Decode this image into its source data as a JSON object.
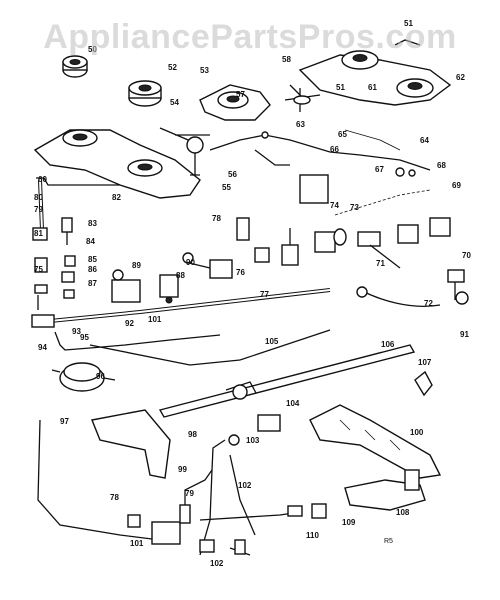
{
  "watermark": "AppliancePartsPros.com",
  "page_code": "R5",
  "callouts": [
    "50",
    "52",
    "53",
    "51",
    "62",
    "51",
    "54",
    "57",
    "58",
    "61",
    "63",
    "65",
    "64",
    "66",
    "56",
    "55",
    "60",
    "67",
    "68",
    "82",
    "80",
    "79",
    "83",
    "84",
    "81",
    "85",
    "86",
    "75",
    "87",
    "89",
    "74",
    "78",
    "73",
    "69",
    "76",
    "90",
    "77",
    "70",
    "71",
    "72",
    "91",
    "88",
    "92",
    "93",
    "94",
    "95",
    "105",
    "106",
    "107",
    "96",
    "104",
    "97",
    "98",
    "101",
    "102",
    "103",
    "99",
    "100",
    "79",
    "78",
    "110",
    "109",
    "108",
    "101",
    "102"
  ]
}
